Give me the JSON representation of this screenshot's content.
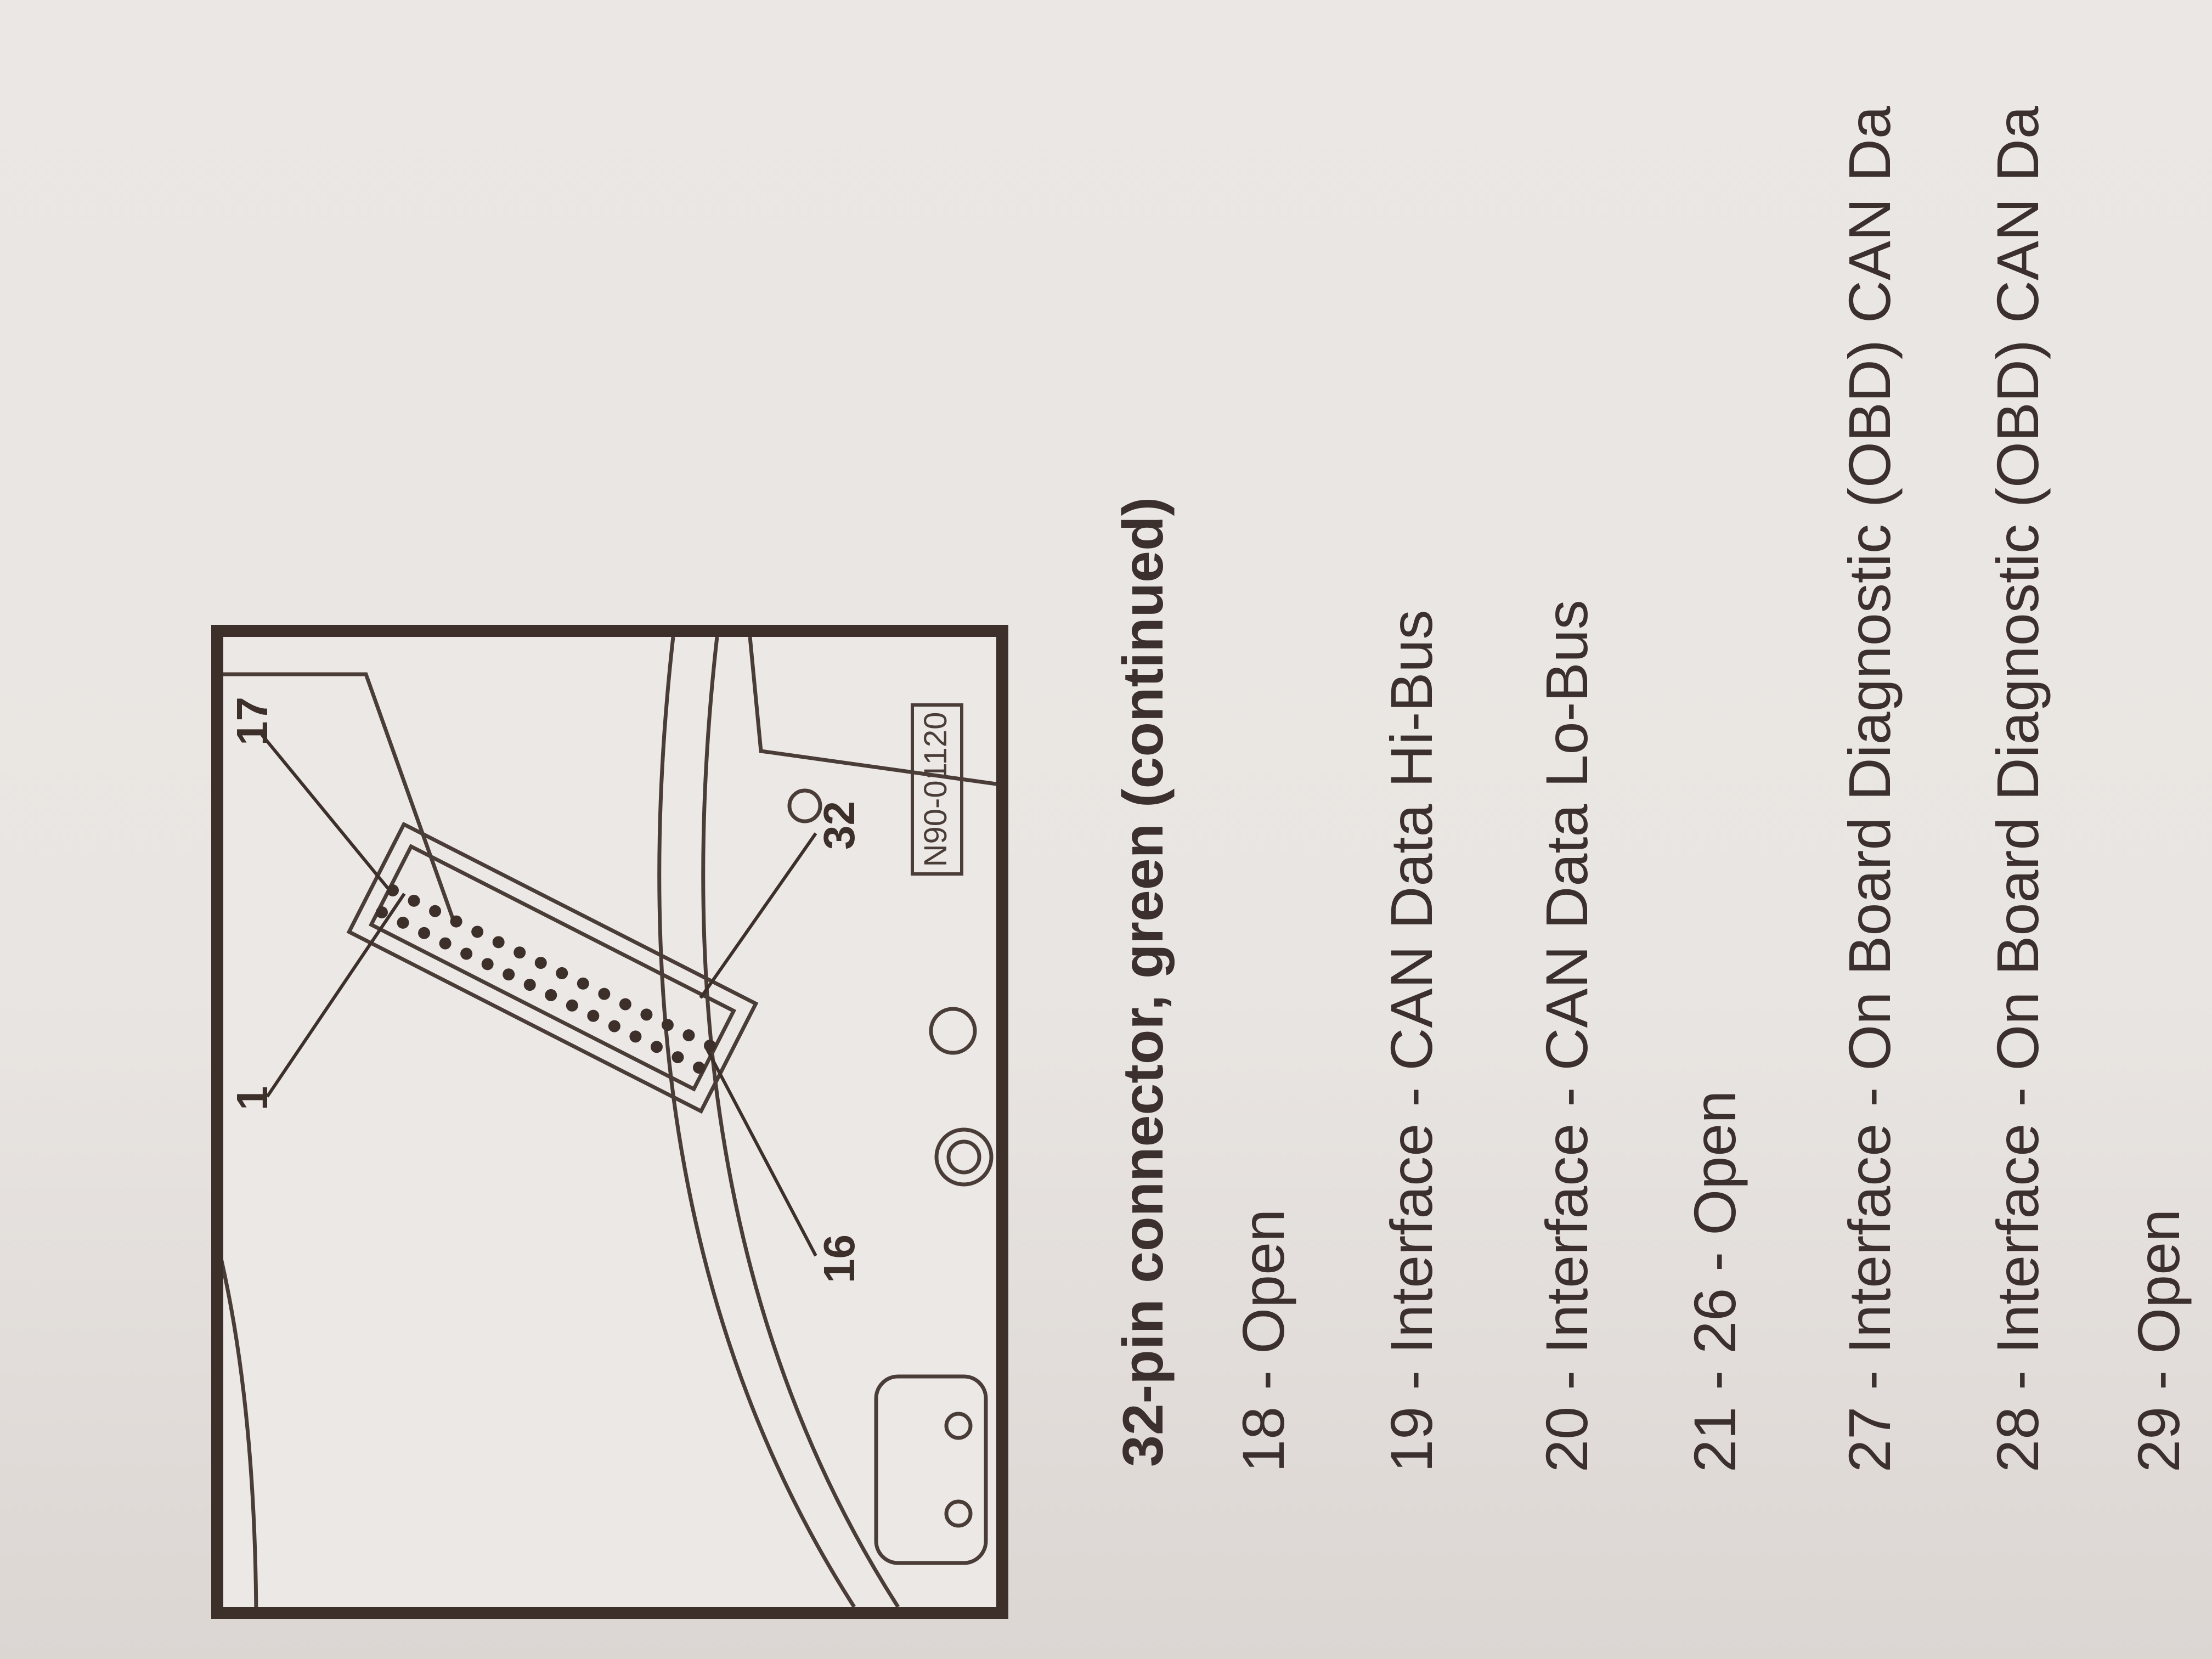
{
  "diagram": {
    "labels": {
      "pin1": "1",
      "pin16": "16",
      "pin17": "17",
      "pin32": "32"
    },
    "figure_id": "N90-01120"
  },
  "heading": "32-pin connector, green (continued)",
  "pins": [
    {
      "text": "18 - Open"
    },
    {
      "text": "19 - Interface - CAN Data Hi-Bus"
    },
    {
      "text": "20 - Interface - CAN Data Lo-Bus"
    },
    {
      "text": "21 - 26 - Open"
    },
    {
      "text": "27 - Interface - On Board Diagnostic (OBD) CAN Da"
    },
    {
      "text": "28 - Interface - On Board Diagnostic (OBD) CAN Da"
    },
    {
      "text": "29 - Open"
    }
  ]
}
